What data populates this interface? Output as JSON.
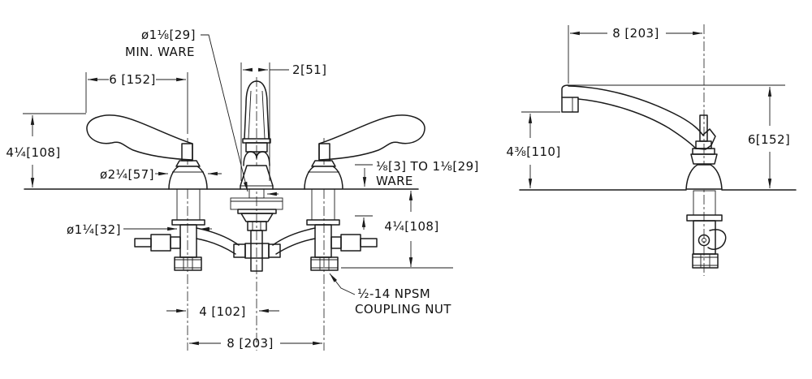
{
  "front_view": {
    "dims": {
      "min_ware_dia": "ø1⅛[29]",
      "min_ware_note": "MIN. WARE",
      "handle_clearance": "6 [152]",
      "handle_height_above_deck": "4¼[108]",
      "escutcheon_dia": "ø2¼[57]",
      "spout_base_width": "2[51]",
      "ware_thickness": "⅛[3] TO 1⅛[29]",
      "ware_thickness_note": "WARE",
      "shank_length_below_deck": "4¼[108]",
      "shank_dia": "ø1¼[32]",
      "coupling_nut_note_line1": "½-14 NPSM",
      "coupling_nut_note_line2": "COUPLING NUT",
      "spout_to_valve_spacing": "4 [102]",
      "valve_spread": "8 [203]"
    }
  },
  "side_view": {
    "dims": {
      "spout_reach": "8 [203]",
      "spout_height": "6[152]",
      "spout_outlet_height": "4⅜[110]"
    }
  },
  "colors": {
    "line": "#1b1b1b",
    "background": "#ffffff"
  }
}
